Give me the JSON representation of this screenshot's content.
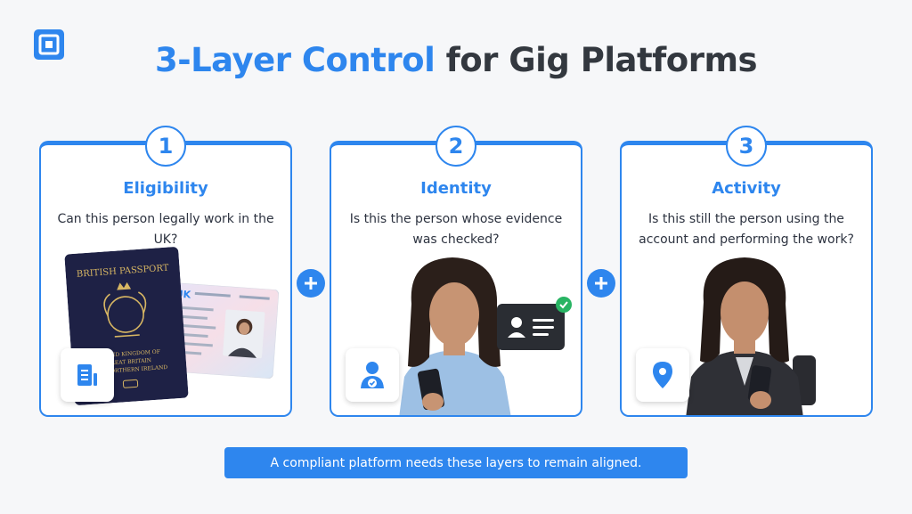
{
  "title": {
    "accent": "3-Layer Control",
    "rest": " for Gig Platforms"
  },
  "cards": [
    {
      "number": "1",
      "title": "Eligibility",
      "question": "Can this person legally work in the UK?",
      "icon": "document-icon",
      "image": "passport-and-id-card",
      "passport_lines": [
        "BRITISH PASSPORT",
        "UNITED KINGDOM OF",
        "GREAT BRITAIN",
        "AND NORTHERN IRELAND"
      ],
      "id_card_label": "UK"
    },
    {
      "number": "2",
      "title": "Identity",
      "question": "Is this the person whose evidence was checked?",
      "icon": "verified-user-icon",
      "image": "woman-holding-phone"
    },
    {
      "number": "3",
      "title": "Activity",
      "question": "Is this still the person using the account and performing the work?",
      "icon": "location-pin-icon",
      "image": "woman-with-backpack-and-phone"
    }
  ],
  "footer": "A compliant platform needs these layers to remain aligned.",
  "colors": {
    "accent": "#2e86ee",
    "background": "#f6f7f9",
    "text": "#33383f"
  }
}
